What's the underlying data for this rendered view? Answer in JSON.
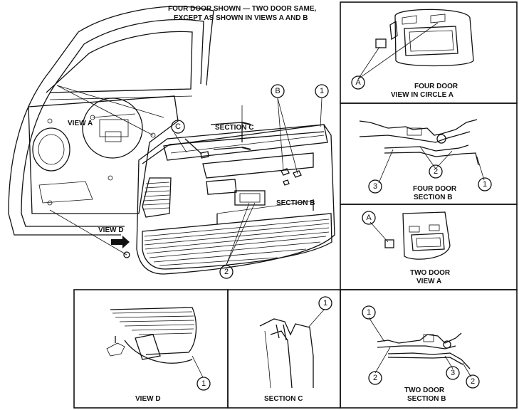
{
  "header_note": {
    "line1": "FOUR DOOR SHOWN — TWO DOOR SAME,",
    "line2": "EXCEPT AS SHOWN IN VIEWS A AND B"
  },
  "main_view": {
    "view_a_label": "VIEW A",
    "view_d_label": "VIEW D",
    "section_c_label": "SECTION C",
    "section_b_label": "SECTION B",
    "callouts": [
      "C",
      "B",
      "1",
      "2"
    ]
  },
  "panels": {
    "four_door_view_a": {
      "line1": "FOUR DOOR",
      "line2": "VIEW IN CIRCLE A",
      "callout": "A"
    },
    "four_door_section_b": {
      "line1": "FOUR DOOR",
      "line2": "SECTION B",
      "callouts": [
        "3",
        "2",
        "1"
      ]
    },
    "two_door_view_a": {
      "line1": "TWO DOOR",
      "line2": "VIEW A",
      "callout": "A"
    },
    "two_door_section_b": {
      "line1": "TWO DOOR",
      "line2": "SECTION B",
      "callouts": [
        "1",
        "2",
        "3",
        "2"
      ]
    },
    "view_d": {
      "label": "VIEW D",
      "callout": "1"
    },
    "section_c": {
      "label": "SECTION C",
      "callout": "1"
    }
  }
}
